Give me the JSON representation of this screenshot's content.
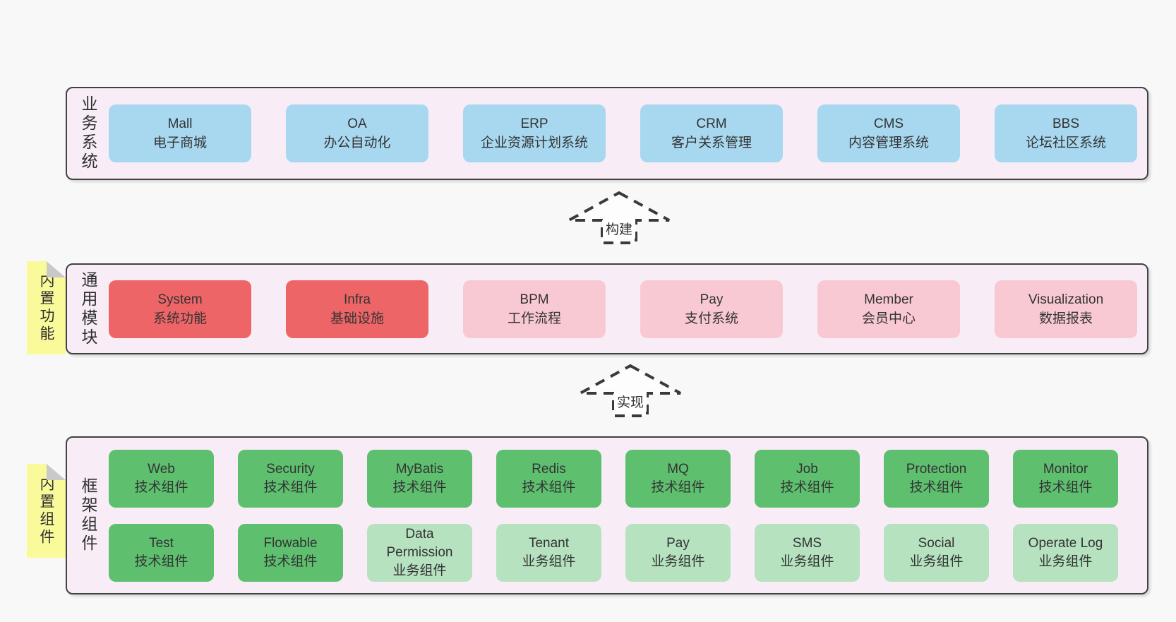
{
  "sections": [
    {
      "id": "business-systems",
      "label": "业务系统",
      "items": [
        {
          "name": "Mall",
          "desc": "电子商城"
        },
        {
          "name": "OA",
          "desc": "办公自动化"
        },
        {
          "name": "ERP",
          "desc": "企业资源计划系统"
        },
        {
          "name": "CRM",
          "desc": "客户关系管理"
        },
        {
          "name": "CMS",
          "desc": "内容管理系统"
        },
        {
          "name": "BBS",
          "desc": "论坛社区系统"
        }
      ]
    },
    {
      "id": "common-modules",
      "label": "通用模块",
      "note": "内置功能",
      "items": [
        {
          "name": "System",
          "desc": "系统功能"
        },
        {
          "name": "Infra",
          "desc": "基础设施"
        },
        {
          "name": "BPM",
          "desc": "工作流程"
        },
        {
          "name": "Pay",
          "desc": "支付系统"
        },
        {
          "name": "Member",
          "desc": "会员中心"
        },
        {
          "name": "Visualization",
          "desc": "数据报表"
        }
      ]
    },
    {
      "id": "framework-components",
      "label": "框架组件",
      "note": "内置组件",
      "items": [
        {
          "name": "Web",
          "desc": "技术组件"
        },
        {
          "name": "Security",
          "desc": "技术组件"
        },
        {
          "name": "MyBatis",
          "desc": "技术组件"
        },
        {
          "name": "Redis",
          "desc": "技术组件"
        },
        {
          "name": "MQ",
          "desc": "技术组件"
        },
        {
          "name": "Job",
          "desc": "技术组件"
        },
        {
          "name": "Protection",
          "desc": "技术组件"
        },
        {
          "name": "Monitor",
          "desc": "技术组件"
        },
        {
          "name": "Test",
          "desc": "技术组件"
        },
        {
          "name": "Flowable",
          "desc": "技术组件"
        },
        {
          "name": "Data Permission",
          "desc": "业务组件"
        },
        {
          "name": "Tenant",
          "desc": "业务组件"
        },
        {
          "name": "Pay",
          "desc": "业务组件"
        },
        {
          "name": "SMS",
          "desc": "业务组件"
        },
        {
          "name": "Social",
          "desc": "业务组件"
        },
        {
          "name": "Operate Log",
          "desc": "业务组件"
        }
      ]
    }
  ],
  "arrows": [
    {
      "label": "构建"
    },
    {
      "label": "实现"
    }
  ],
  "colors": {
    "page_bg": "#f8f8f8",
    "section_bg": "#f8edf7",
    "section_border": "#414141",
    "business_box": "#a8d8f0",
    "core_module_box": "#ee6567",
    "optional_module_box": "#f9c9d3",
    "tech_component_box": "#5ec06f",
    "biz_component_box": "#b6e2c0",
    "note_bg": "#fafa9b",
    "note_fold": "#c9c9c9",
    "arrow_stroke": "#3a3a3a"
  }
}
